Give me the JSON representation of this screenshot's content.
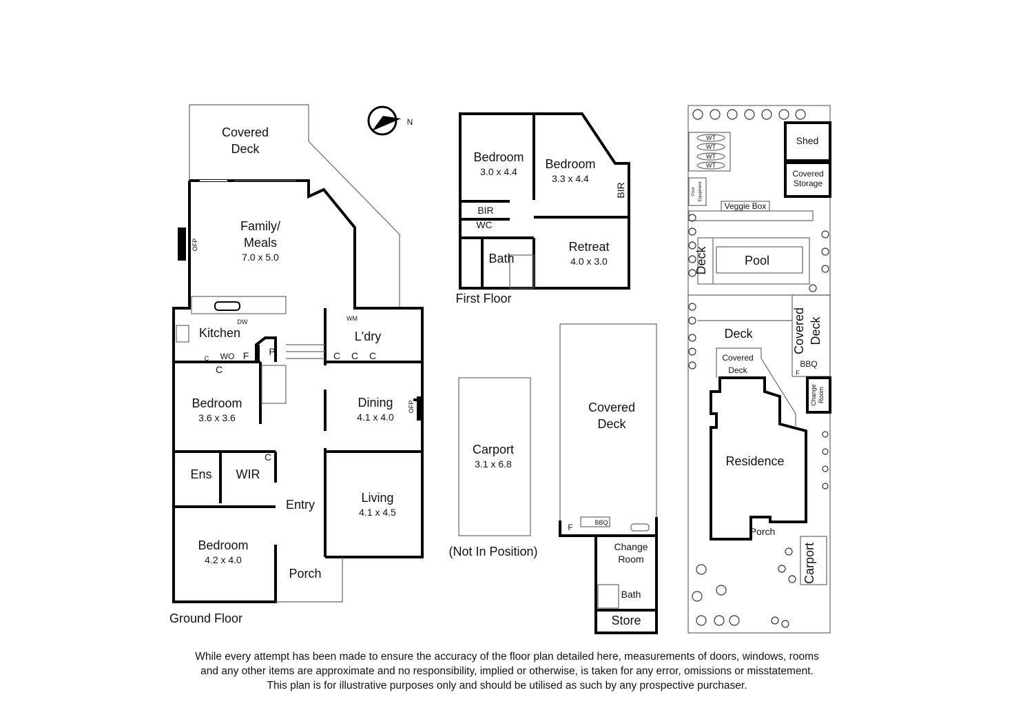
{
  "compass": {
    "label": "N"
  },
  "ground_floor": {
    "title": "Ground Floor",
    "rooms": {
      "covered_deck": [
        "Covered",
        "Deck"
      ],
      "family": [
        "Family/",
        "Meals",
        "7.0 x 5.0"
      ],
      "ofp1": "OFP",
      "dw": "DW",
      "kitchen": "Kitchen",
      "c_small": "C",
      "wo": "WO",
      "f": "F",
      "p": "P",
      "c_hall": "C",
      "laundry": "L'dry",
      "wm": "WM",
      "cupboards": [
        "C",
        "C",
        "C"
      ],
      "bedroom1": [
        "Bedroom",
        "3.6 x 3.6"
      ],
      "dining": [
        "Dining",
        "4.1 x 4.0"
      ],
      "ofp2": "OFP",
      "ens": "Ens",
      "wir": "WIR",
      "c_wir": "C",
      "entry": "Entry",
      "living": [
        "Living",
        "4.1 x 4.5"
      ],
      "bedroom2": [
        "Bedroom",
        "4.2 x 4.0"
      ],
      "porch": "Porch"
    }
  },
  "first_floor": {
    "title": "First Floor",
    "rooms": {
      "bedroom1": [
        "Bedroom",
        "3.0 x 4.4"
      ],
      "bedroom2": [
        "Bedroom",
        "3.3 x 4.4"
      ],
      "bir1": "BIR",
      "bir2": "BIR",
      "wc": "WC",
      "bath": "Bath",
      "retreat": [
        "Retreat",
        "4.0 x 3.0"
      ]
    }
  },
  "carport": {
    "name": "Carport",
    "dims": "3.1 x 6.8",
    "note": "(Not In Position)"
  },
  "outbuilding": {
    "covered_deck": [
      "Covered",
      "Deck"
    ],
    "f": "F",
    "bbq": "BBQ",
    "change_room": [
      "Change",
      "Room"
    ],
    "bath": "Bath",
    "store": "Store"
  },
  "site_plan": {
    "wt": [
      "WT",
      "WT",
      "WT",
      "WT"
    ],
    "shed": "Shed",
    "covered_storage": [
      "Covered",
      "Storage"
    ],
    "pool_equipment": [
      "Pool",
      "Equipment"
    ],
    "veggie_box": "Veggie Box",
    "deck_pool": "Deck",
    "pool": "Pool",
    "deck": "Deck",
    "covered_deck_right": [
      "Covered",
      "Deck"
    ],
    "bbq": "BBQ",
    "f": "F",
    "covered_deck_small": [
      "Covered",
      "Deck"
    ],
    "change_room": [
      "Change",
      "Room"
    ],
    "residence": "Residence",
    "porch": "Porch",
    "carport": "Carport"
  },
  "disclaimer": [
    "While every attempt has been made to ensure the accuracy of the floor plan detailed here, measurements of doors, windows, rooms",
    "and any other items are approximate and no responsibility, implied or otherwise, is taken for any error, omissions or misstatement.",
    "This plan is for illustrative purposes only and should be utilised as such by any prospective purchaser."
  ]
}
